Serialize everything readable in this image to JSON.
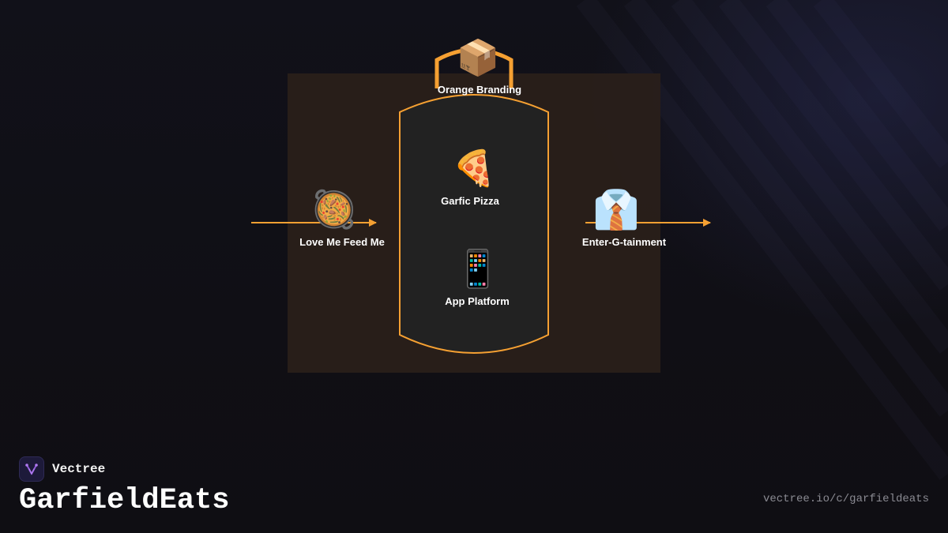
{
  "theme": {
    "accent": "#f5a032",
    "background": "#111018",
    "panel": "#2a1f1a",
    "pill_fill": "#222222",
    "text": "#ffffff",
    "muted": "#8a8a92"
  },
  "diagram": {
    "top_node": {
      "label": "Orange Branding",
      "icon": "package-icon",
      "glyph": "📦"
    },
    "left_node": {
      "label": "Love Me Feed Me",
      "icon": "pan-of-food-icon",
      "glyph": "🥘"
    },
    "right_node": {
      "label": "Enter-G-tainment",
      "icon": "necktie-shirt-icon",
      "glyph": "👔"
    },
    "center_nodes": [
      {
        "label": "Garfic Pizza",
        "icon": "pizza-icon",
        "glyph": "🍕"
      },
      {
        "label": "App Platform",
        "icon": "mobile-phone-icon",
        "glyph": "📱"
      }
    ]
  },
  "footer": {
    "brand_name": "Vectree",
    "title": "GarfieldEats",
    "url": "vectree.io/c/garfieldeats"
  }
}
